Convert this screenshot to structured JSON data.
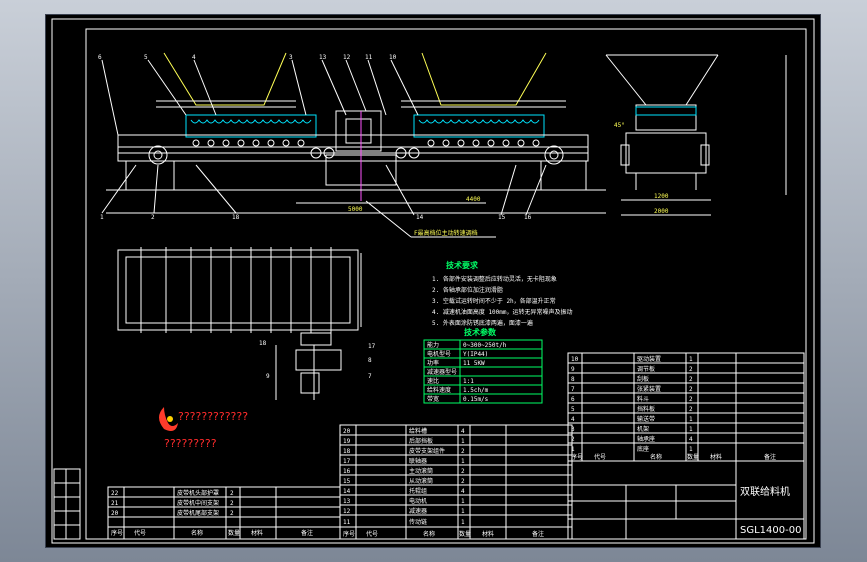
{
  "drawing": {
    "part_labels_top": [
      "6",
      "5",
      "4",
      "3",
      "13",
      "12",
      "11",
      "10"
    ],
    "part_labels_bottom": [
      "1",
      "2",
      "18",
      "14",
      "15",
      "16"
    ],
    "part_labels_plan": [
      "18",
      "9",
      "17",
      "8",
      "7"
    ],
    "dim_main": "5000",
    "dim_span": "4400",
    "dim_side_1": "1200",
    "dim_side_2": "2000",
    "angle_side": "45°",
    "note_label": "F最高档位主动转速调档",
    "tech_requirements_title": "技术要求",
    "tech_requirements": [
      "1. 各部件安装调整后应转动灵活，无卡阻现象",
      "2. 各轴承部位加注润滑脂",
      "3. 空载试运转时间不少于 2h，各部温升正常",
      "4. 减速机油面高度 100mm，运转无异常噪声及振动",
      "5. 外表面涂防锈底漆两遍，面漆一遍"
    ],
    "tech_params_title": "技术参数",
    "tech_params": [
      [
        "能力",
        "0~300~250t/h"
      ],
      [
        "电机型号",
        "Y(IP44)"
      ],
      [
        "功率",
        "11 5KW"
      ],
      [
        "减速器型号",
        ""
      ],
      [
        "速比",
        "1:1"
      ],
      [
        "给料速度",
        "1.5ch/m"
      ],
      [
        "带宽",
        "0.15m/s"
      ]
    ],
    "logo_text": "????????????",
    "logo_sub": "?????????",
    "drawing_title": "双联给料机",
    "drawing_number": "SGL1400-00",
    "bom_left_rows": [
      [
        "22",
        "",
        "皮带机头部护罩",
        "2"
      ],
      [
        "21",
        "",
        "皮带机中间支架",
        "2"
      ],
      [
        "20",
        "",
        "皮带机尾部支架",
        "2"
      ]
    ],
    "bom_mid_rows": [
      [
        "20",
        "",
        "给料槽",
        "4"
      ],
      [
        "19",
        "",
        "后部挡板",
        "1"
      ],
      [
        "18",
        "",
        "皮带支架组件",
        "2"
      ],
      [
        "17",
        "",
        "联轴器",
        "1"
      ],
      [
        "16",
        "",
        "主动滚筒",
        "2"
      ],
      [
        "15",
        "",
        "从动滚筒",
        "2"
      ],
      [
        "14",
        "",
        "托辊组",
        "4"
      ],
      [
        "13",
        "",
        "电动机",
        "1"
      ],
      [
        "12",
        "",
        "减速器",
        "1"
      ],
      [
        "11",
        "",
        "传动链",
        "1"
      ]
    ],
    "bom_right_rows": [
      [
        "10",
        "",
        "驱动装置",
        "1"
      ],
      [
        "9",
        "",
        "调节板",
        "2"
      ],
      [
        "8",
        "",
        "刮板",
        "2"
      ],
      [
        "7",
        "",
        "张紧装置",
        "2"
      ],
      [
        "6",
        "",
        "料斗",
        "2"
      ],
      [
        "5",
        "",
        "挡料板",
        "2"
      ],
      [
        "4",
        "",
        "输送带",
        "1"
      ],
      [
        "3",
        "",
        "机架",
        "1"
      ],
      [
        "2",
        "",
        "轴承座",
        "4"
      ],
      [
        "1",
        "",
        "底座",
        "1"
      ]
    ],
    "bom_header": [
      "序号",
      "代号",
      "名称",
      "数量",
      "材料",
      "备注"
    ]
  }
}
